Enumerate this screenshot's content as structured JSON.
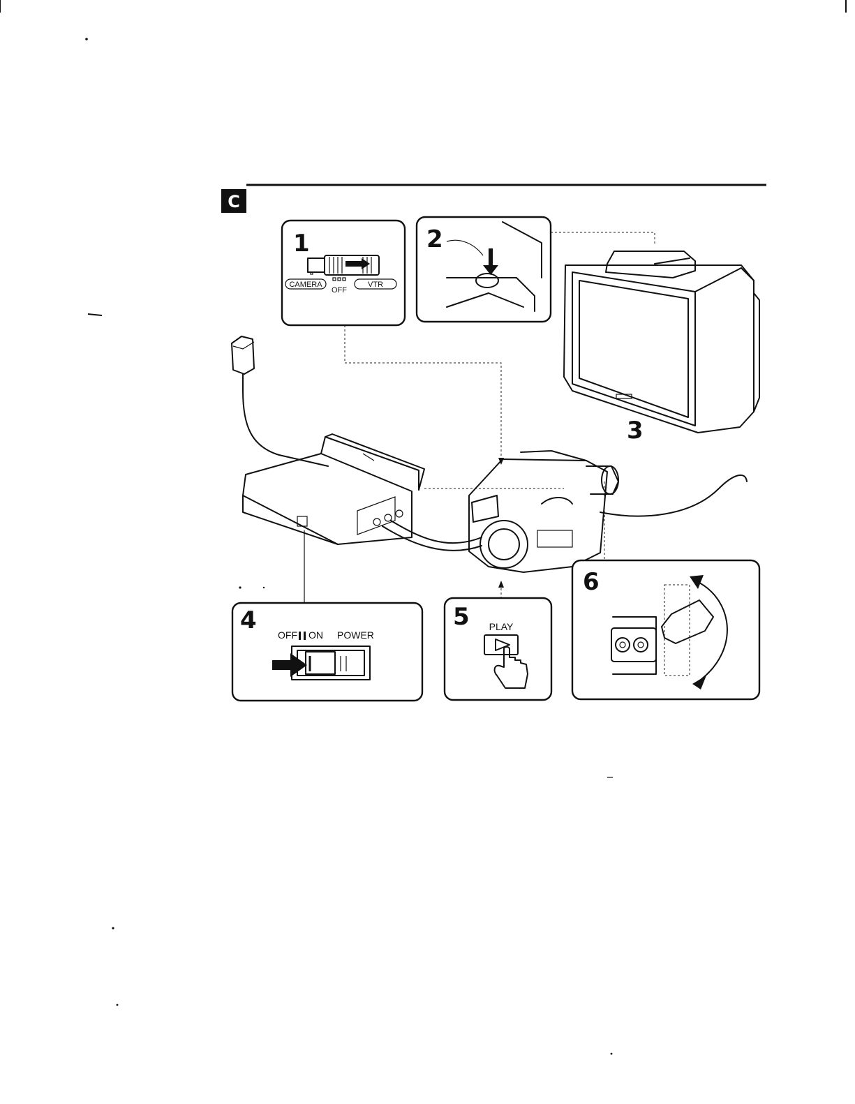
{
  "section": {
    "badge": "C"
  },
  "steps": {
    "s1": {
      "number": "1",
      "labels": {
        "camera": "CAMERA",
        "off": "OFF",
        "vtr": "VTR"
      }
    },
    "s2": {
      "number": "2"
    },
    "s3": {
      "number": "3"
    },
    "s4": {
      "number": "4",
      "labels": {
        "off": "OFF",
        "on": "ON",
        "power": "POWER"
      }
    },
    "s5": {
      "number": "5",
      "labels": {
        "play": "PLAY"
      }
    },
    "s6": {
      "number": "6"
    }
  }
}
